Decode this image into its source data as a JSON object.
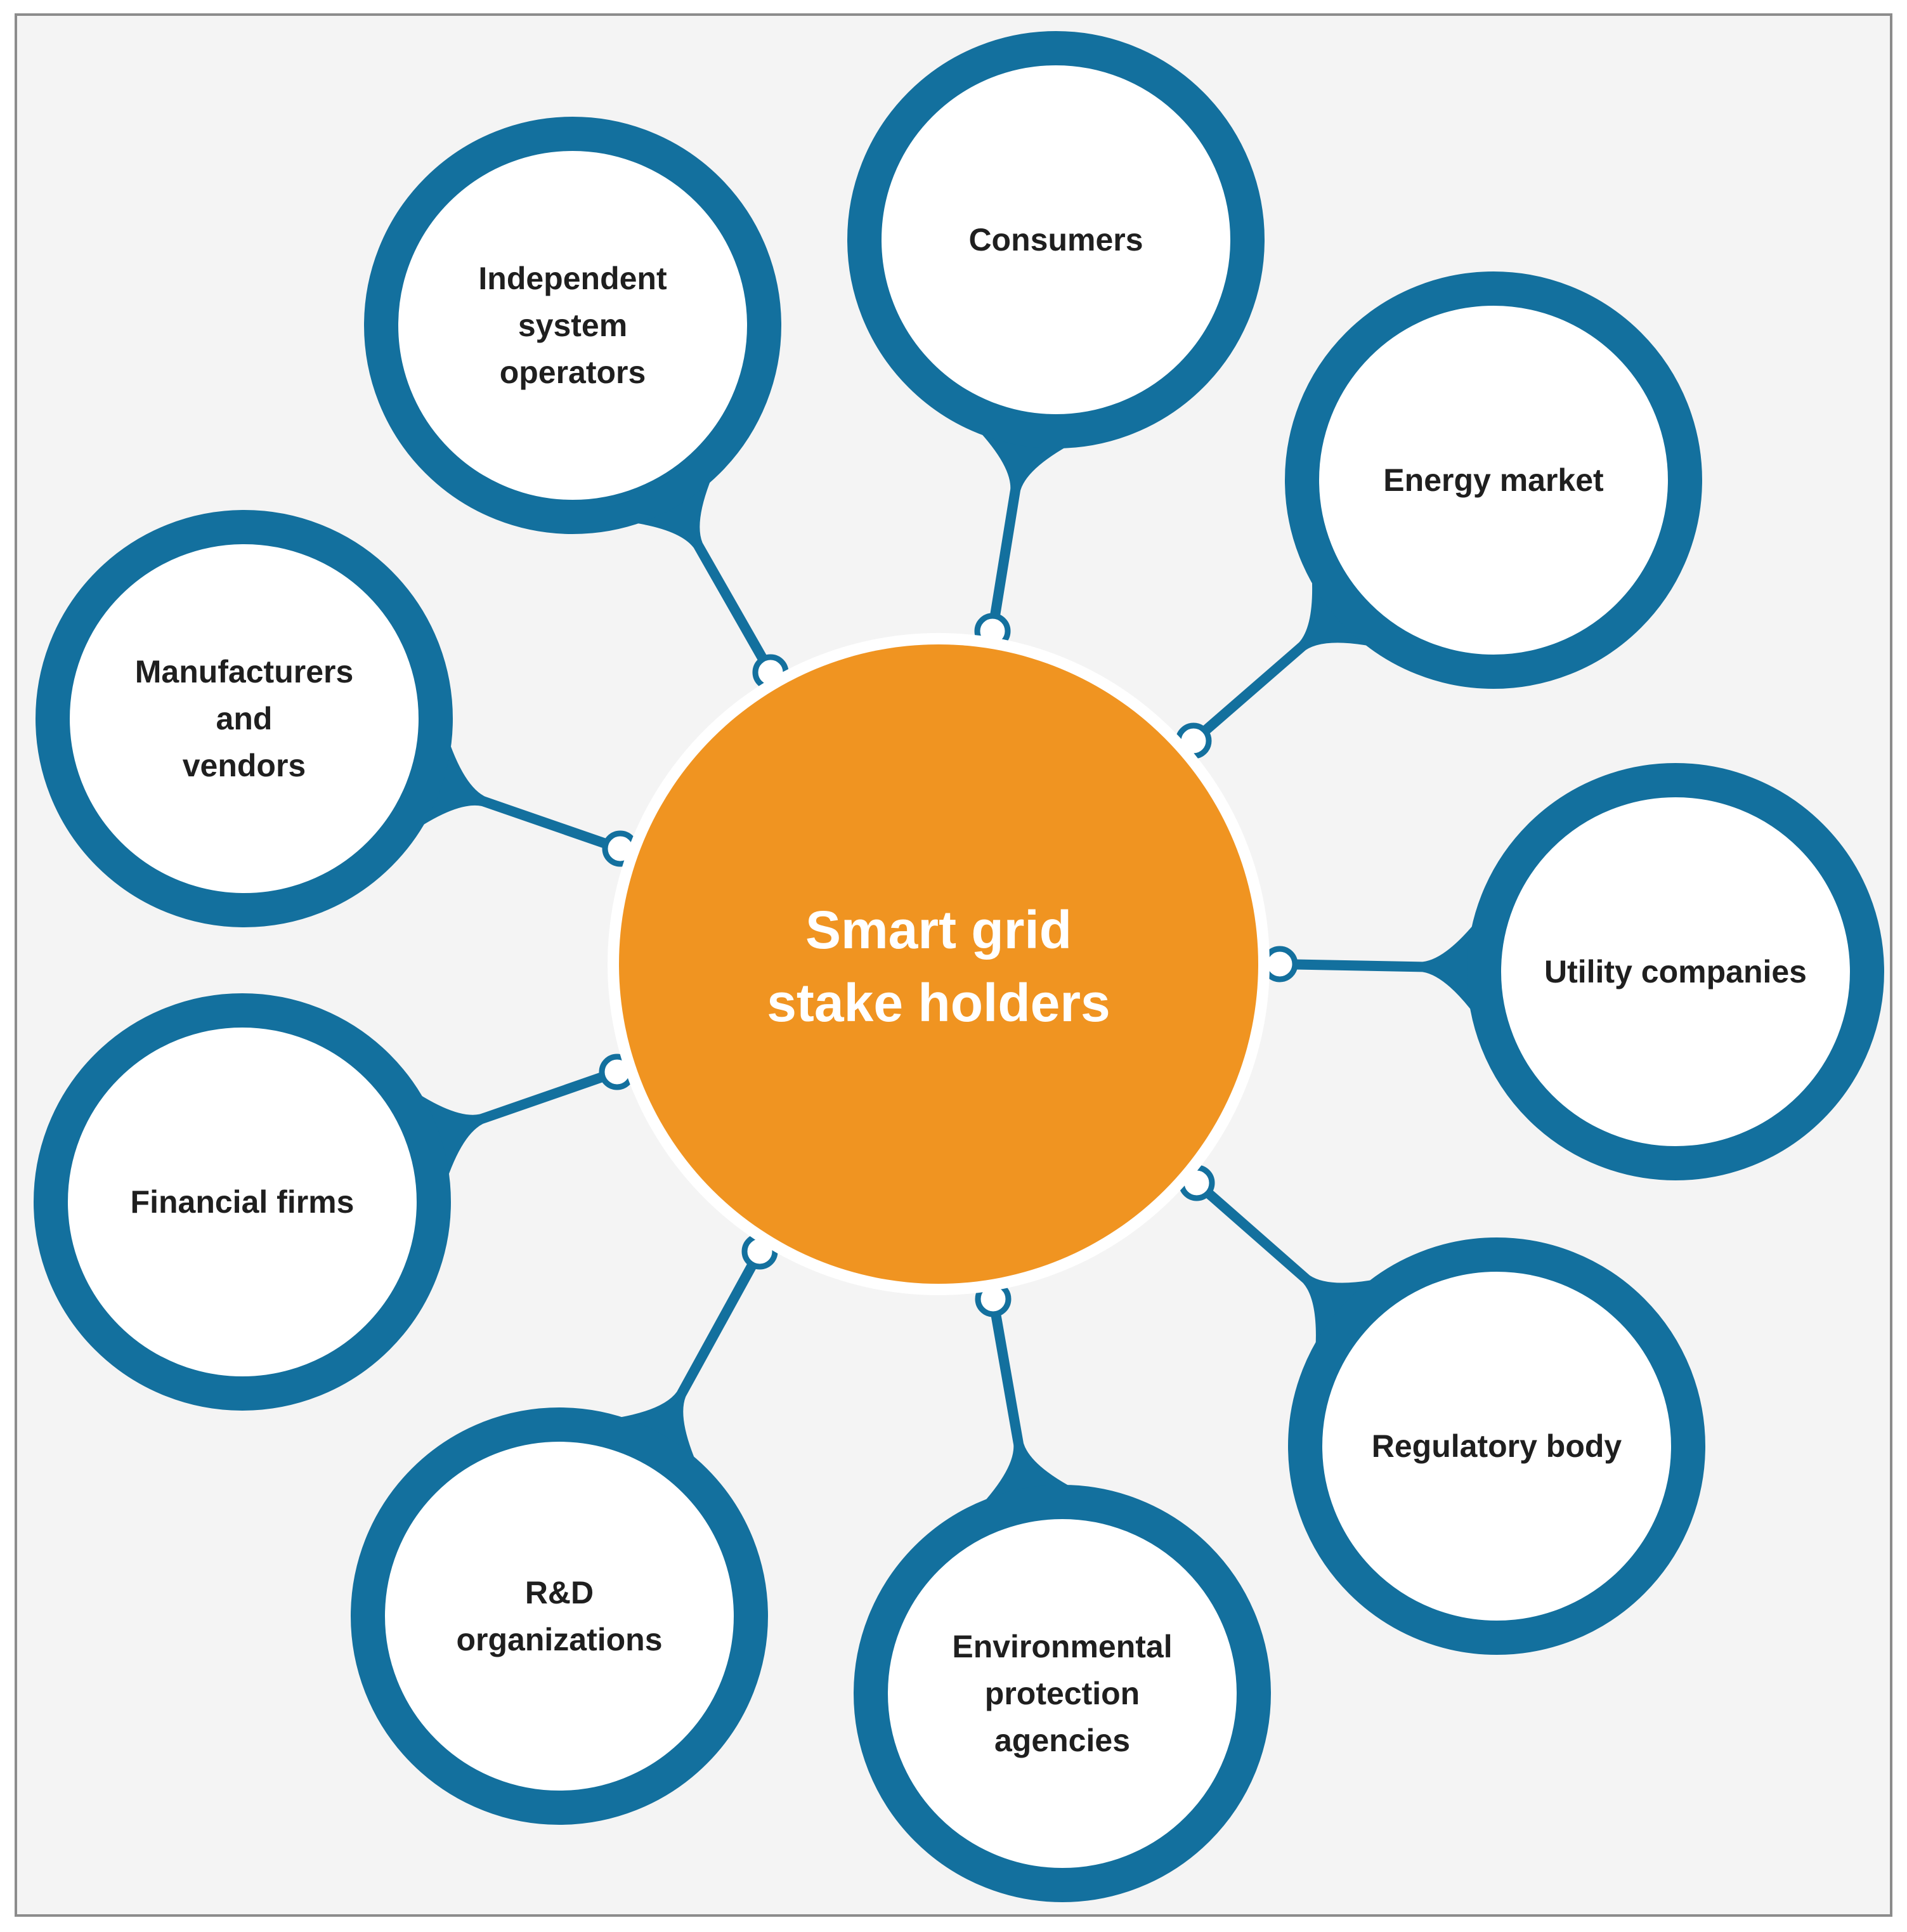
{
  "colors": {
    "background": "#f4f4f4",
    "border": "#8c8c8c",
    "hub": "#f09421",
    "ring": "#13709e",
    "node_fill": "#ffffff",
    "label": "#1f1f1f",
    "hub_text": "#ffffff"
  },
  "hub": {
    "title_line1": "Smart grid",
    "title_line2": "stake holders"
  },
  "nodes": [
    {
      "id": "consumers",
      "lines": [
        "Consumers"
      ]
    },
    {
      "id": "energy-market",
      "lines": [
        "Energy market"
      ]
    },
    {
      "id": "utility-companies",
      "lines": [
        "Utility companies"
      ]
    },
    {
      "id": "regulatory-body",
      "lines": [
        "Regulatory body"
      ]
    },
    {
      "id": "environmental-protection-agencies",
      "lines": [
        "Environmental",
        "protection",
        "agencies"
      ]
    },
    {
      "id": "rd-organizations",
      "lines": [
        "R&D",
        "organizations"
      ]
    },
    {
      "id": "financial-firms",
      "lines": [
        "Financial firms"
      ]
    },
    {
      "id": "manufacturers-and-vendors",
      "lines": [
        "Manufacturers",
        "and",
        "vendors"
      ]
    },
    {
      "id": "independent-system-operators",
      "lines": [
        "Independent",
        "system",
        "operators"
      ]
    }
  ]
}
